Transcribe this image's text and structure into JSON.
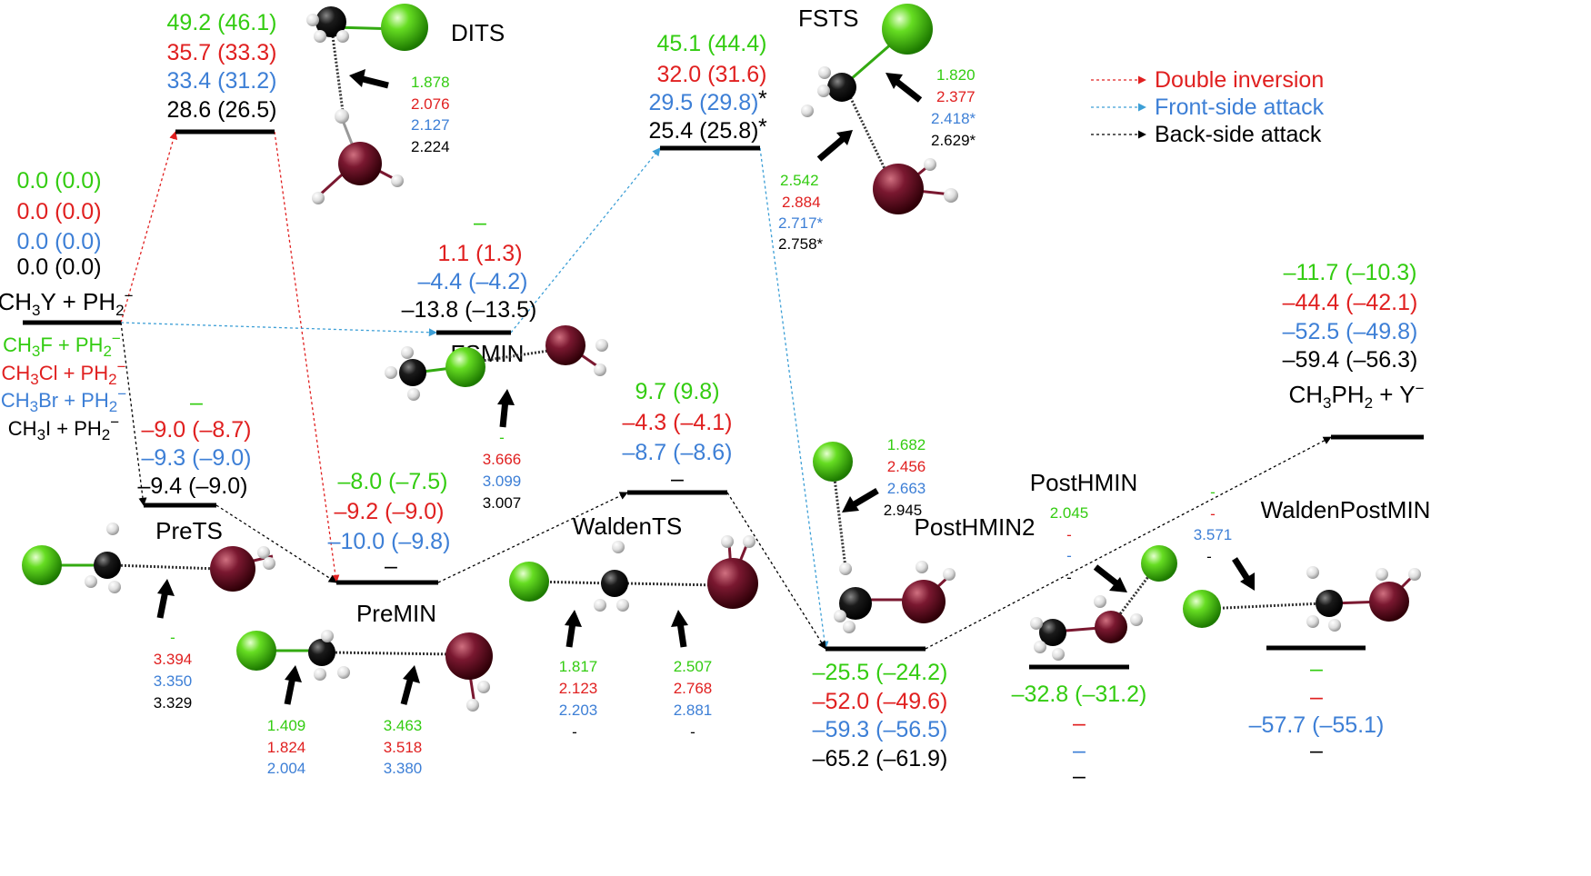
{
  "colors": {
    "F": "#33cc11",
    "Cl": "#e02020",
    "Br": "#3d7fd6",
    "I": "#000000"
  },
  "legend": {
    "double_inversion": "Double inversion",
    "front_side_attack": "Front-side attack",
    "back_side_attack": "Back-side attack"
  },
  "reactants": {
    "label_pre": "CH",
    "label_sub": "3",
    "label_post": "Y + PH",
    "label_sub2": "2",
    "label_sup": "−",
    "energies": [
      "0.0 (0.0)",
      "0.0 (0.0)",
      "0.0 (0.0)",
      "0.0 (0.0)"
    ],
    "systems": [
      {
        "pre": "CH",
        "sub": "3",
        "post": "F + PH",
        "sub2": "2",
        "sup": "−"
      },
      {
        "pre": "CH",
        "sub": "3",
        "post": "Cl + PH",
        "sub2": "2",
        "sup": "−"
      },
      {
        "pre": "CH",
        "sub": "3",
        "post": "Br + PH",
        "sub2": "2",
        "sup": "−"
      },
      {
        "pre": "CH",
        "sub": "3",
        "post": "I + PH",
        "sub2": "2",
        "sup": "−"
      }
    ]
  },
  "dits": {
    "label": "DITS",
    "energies": [
      "49.2 (46.1)",
      "35.7 (33.3)",
      "33.4 (31.2)",
      "28.6 (26.5)"
    ],
    "distances": [
      "1.878",
      "2.076",
      "2.127",
      "2.224"
    ]
  },
  "fsts": {
    "label": "FSTS",
    "energies": [
      "45.1 (44.4)",
      "32.0 (31.6)",
      "29.5 (29.8)",
      "25.4 (25.8)"
    ],
    "star": "*",
    "distances_a": [
      "1.820",
      "2.377",
      "2.418*",
      "2.629*"
    ],
    "distances_b": [
      "2.542",
      "2.884",
      "2.717*",
      "2.758*"
    ]
  },
  "fsmin": {
    "label": "FSMIN",
    "energies": [
      "–",
      "1.1 (1.3)",
      "–4.4 (–4.2)",
      "–13.8 (–13.5)"
    ],
    "distances": [
      "-",
      "3.666",
      "3.099",
      "3.007"
    ]
  },
  "prets": {
    "label": "PreTS",
    "energies": [
      "–",
      "–9.0 (–8.7)",
      "–9.3 (–9.0)",
      "–9.4 (–9.0)"
    ],
    "distances": [
      "-",
      "3.394",
      "3.350",
      "3.329"
    ]
  },
  "premin": {
    "label": "PreMIN",
    "energies": [
      "–8.0 (–7.5)",
      "–9.2 (–9.0)",
      "–10.0 (–9.8)",
      "–"
    ],
    "distances_a": [
      "1.409",
      "1.824",
      "2.004"
    ],
    "distances_b": [
      "3.463",
      "3.518",
      "3.380"
    ]
  },
  "waldents": {
    "label": "WaldenTS",
    "energies": [
      "9.7 (9.8)",
      "–4.3 (–4.1)",
      "–8.7 (–8.6)",
      "–"
    ],
    "distances_a": [
      "1.817",
      "2.123",
      "2.203",
      "-"
    ],
    "distances_b": [
      "2.507",
      "2.768",
      "2.881",
      "-"
    ]
  },
  "posthmin2": {
    "label": "PostHMIN2",
    "energies": [
      "–25.5 (–24.2)",
      "–52.0 (–49.6)",
      "–59.3 (–56.5)",
      "–65.2 (–61.9)"
    ],
    "distances": [
      "1.682",
      "2.456",
      "2.663",
      "2.945"
    ]
  },
  "posthmin": {
    "label": "PostHMIN",
    "energies": [
      "–32.8 (–31.2)",
      "–",
      "–",
      "–"
    ],
    "distances": [
      "2.045",
      "-",
      "-",
      "-"
    ]
  },
  "waldenpostmin": {
    "label": "WaldenPostMIN",
    "energies": [
      "–",
      "–",
      "–57.7 (–55.1)",
      "–"
    ],
    "distances": [
      "-",
      "-",
      "3.571",
      "-"
    ]
  },
  "products": {
    "label_pre": "CH",
    "label_sub": "3",
    "label_post": "PH",
    "label_sub2": "2",
    "label_post2": " + Y",
    "label_sup": "−",
    "energies": [
      "–11.7 (–10.3)",
      "–44.4 (–42.1)",
      "–52.5 (–49.8)",
      "–59.4 (–56.3)"
    ]
  }
}
